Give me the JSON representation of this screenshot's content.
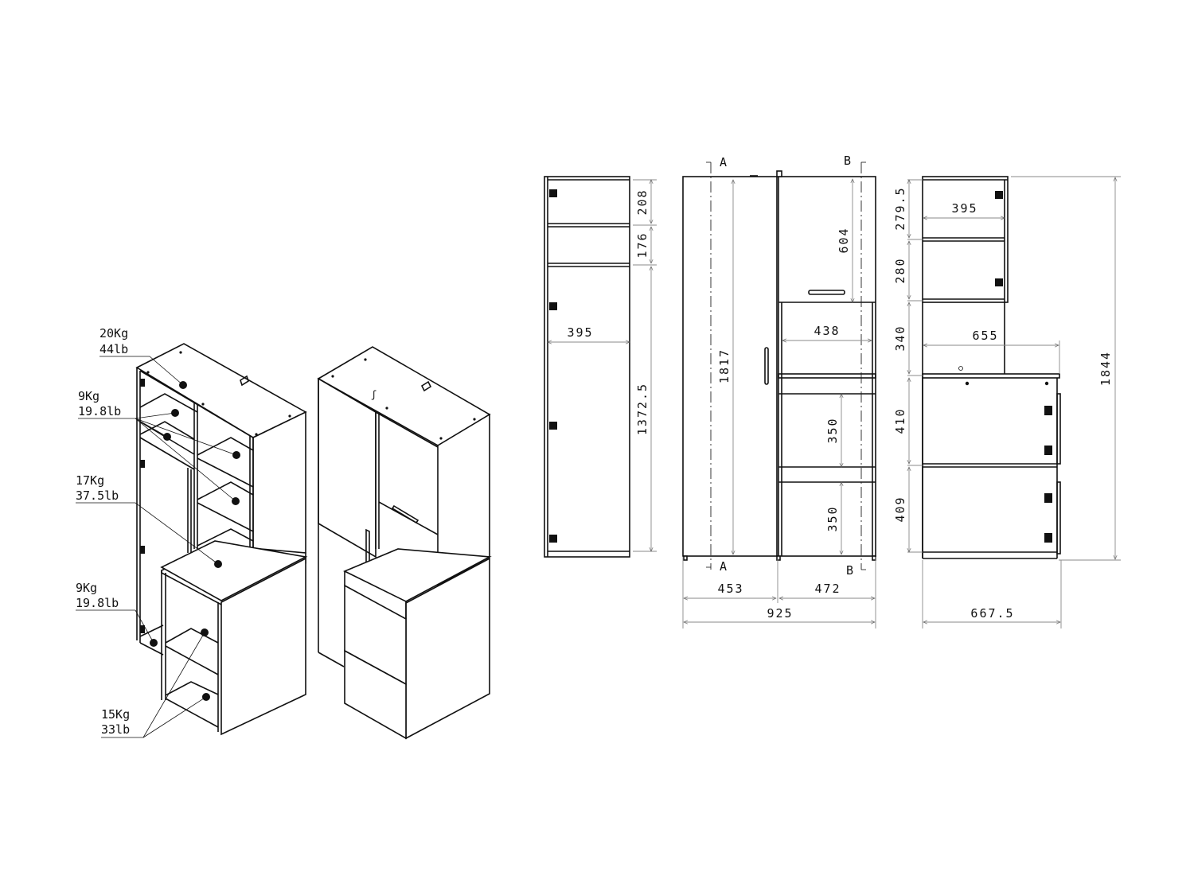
{
  "drawing": {
    "isometric_left": {
      "load_labels": [
        {
          "kg": "20Kg",
          "lb": "44lb"
        },
        {
          "kg": "9Kg",
          "lb": "19.8lb"
        },
        {
          "kg": "17Kg",
          "lb": "37.5lb"
        },
        {
          "kg": "9Kg",
          "lb": "19.8lb"
        },
        {
          "kg": "15Kg",
          "lb": "33lb"
        }
      ]
    },
    "side_view_left": {
      "dims": {
        "top_compartment": "208",
        "second_compartment": "176",
        "lower_compartment": "1372.5",
        "depth": "395"
      }
    },
    "front_view": {
      "section_markers": {
        "a_top": "A",
        "a_bottom": "A",
        "b_top": "B",
        "b_bottom": "B"
      },
      "dims": {
        "left_height": "1817",
        "upper_door": "604",
        "niche_width": "438",
        "drawer_1": "350",
        "drawer_2": "350",
        "left_width": "453",
        "right_width": "472",
        "total_width": "925"
      }
    },
    "side_view_right": {
      "dims": {
        "top_compartment": "279.5",
        "second_compartment": "280",
        "niche": "340",
        "drawer_1": "410",
        "drawer_2": "409",
        "upper_depth": "395",
        "countertop_depth": "655",
        "total_depth": "667.5",
        "total_height": "1844"
      }
    }
  }
}
